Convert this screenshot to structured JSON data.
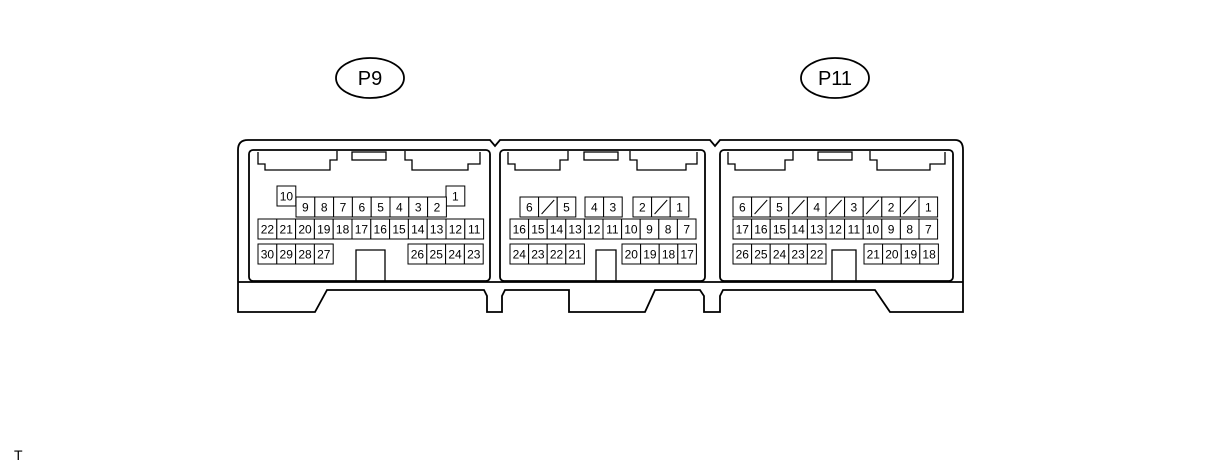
{
  "labels": {
    "left": "P9",
    "right": "P11"
  },
  "corner_mark": "T",
  "connectors": {
    "p9": {
      "top_single_left": "10",
      "top_single_right": "1",
      "row1": [
        "9",
        "8",
        "7",
        "6",
        "5",
        "4",
        "3",
        "2"
      ],
      "row2": [
        "22",
        "21",
        "20",
        "19",
        "18",
        "17",
        "16",
        "15",
        "14",
        "13",
        "12",
        "11"
      ],
      "row3_left": [
        "30",
        "29",
        "28",
        "27"
      ],
      "row3_right": [
        "26",
        "25",
        "24",
        "23"
      ]
    },
    "middle": {
      "row1": [
        "6",
        "",
        "5",
        "4",
        "3",
        "2",
        "",
        "1"
      ],
      "row2": [
        "16",
        "15",
        "14",
        "13",
        "12",
        "11",
        "10",
        "9",
        "8",
        "7"
      ],
      "row3_left": [
        "24",
        "23",
        "22",
        "21"
      ],
      "row3_right": [
        "20",
        "19",
        "18",
        "17"
      ]
    },
    "p11": {
      "row1": [
        "6",
        "",
        "5",
        "",
        "4",
        "",
        "3",
        "",
        "2",
        "",
        "1"
      ],
      "row2": [
        "17",
        "16",
        "15",
        "14",
        "13",
        "12",
        "11",
        "10",
        "9",
        "8",
        "7"
      ],
      "row3_left": [
        "26",
        "25",
        "24",
        "23",
        "22"
      ],
      "row3_right": [
        "21",
        "20",
        "19",
        "18"
      ]
    }
  }
}
